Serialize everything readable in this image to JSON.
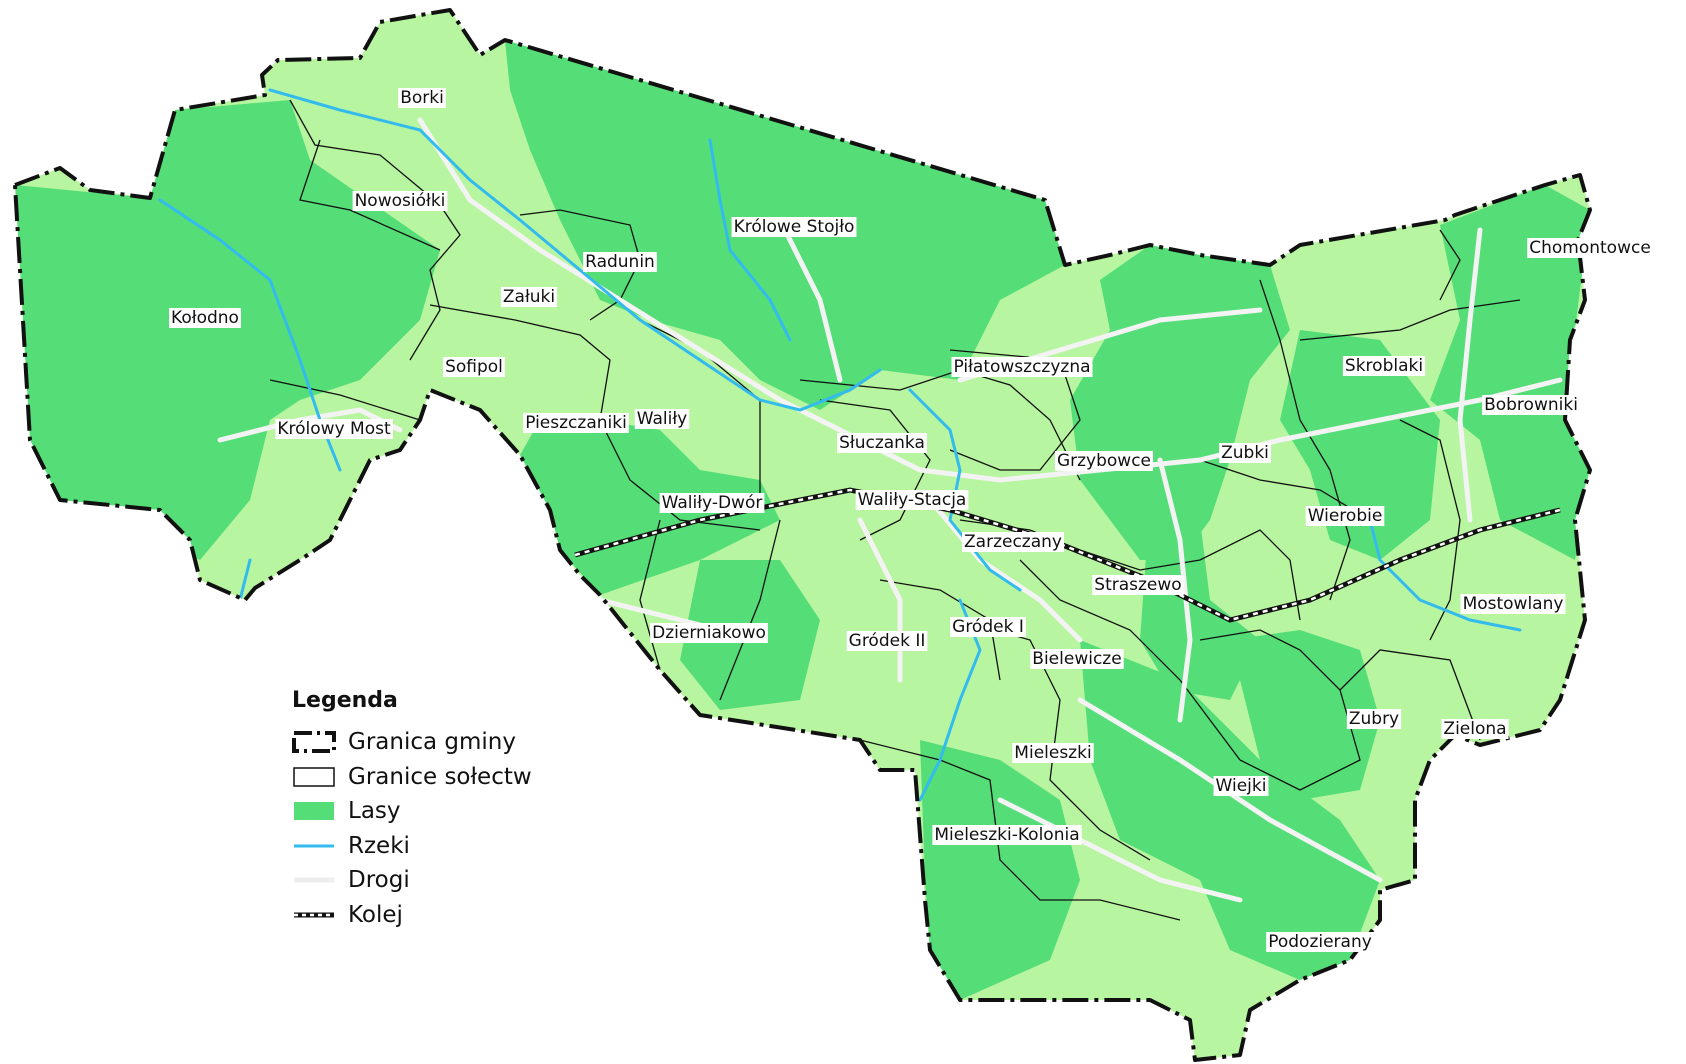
{
  "colors": {
    "background": "#ffffff",
    "territory": "#b8f5a0",
    "forest": "#55dd77",
    "river": "#33bbee",
    "road": "#f3f3f3",
    "boundary": "#111111",
    "rail_dash": "#ffffff"
  },
  "villages": [
    {
      "name": "Borki"
    },
    {
      "name": "Nowosiółki"
    },
    {
      "name": "Kołodno"
    },
    {
      "name": "Radunin"
    },
    {
      "name": "Załuki"
    },
    {
      "name": "Królowe Stojło"
    },
    {
      "name": "Sofipol"
    },
    {
      "name": "Pieszczaniki"
    },
    {
      "name": "Waliły"
    },
    {
      "name": "Królowy Most"
    },
    {
      "name": "Waliły-Dwór"
    },
    {
      "name": "Piłatowszczyzna"
    },
    {
      "name": "Słuczanka"
    },
    {
      "name": "Grzybowce"
    },
    {
      "name": "Zubki"
    },
    {
      "name": "Skroblaki"
    },
    {
      "name": "Chomontowce"
    },
    {
      "name": "Bobrowniki"
    },
    {
      "name": "Wierobie"
    },
    {
      "name": "Waliły-Stacja"
    },
    {
      "name": "Zarzeczany"
    },
    {
      "name": "Straszewo"
    },
    {
      "name": "Dzierniakowo"
    },
    {
      "name": "Gródek II"
    },
    {
      "name": "Gródek I"
    },
    {
      "name": "Bielewicze"
    },
    {
      "name": "Mostowlany"
    },
    {
      "name": "Zubry"
    },
    {
      "name": "Zielona"
    },
    {
      "name": "Mieleszki"
    },
    {
      "name": "Wiejki"
    },
    {
      "name": "Mieleszki-Kolonia"
    },
    {
      "name": "Podozierany"
    }
  ],
  "legend": {
    "title": "Legenda",
    "items": [
      {
        "key": "gmina",
        "label": "Granica gminy",
        "icon": "dashed-border-icon"
      },
      {
        "key": "solectwa",
        "label": "Granice sołectw",
        "icon": "thin-border-icon"
      },
      {
        "key": "lasy",
        "label": "Lasy",
        "icon": "green-fill-icon"
      },
      {
        "key": "rzeki",
        "label": "Rzeki",
        "icon": "blue-line-icon"
      },
      {
        "key": "drogi",
        "label": "Drogi",
        "icon": "white-line-icon"
      },
      {
        "key": "kolej",
        "label": "Kolej",
        "icon": "railway-icon"
      }
    ]
  }
}
